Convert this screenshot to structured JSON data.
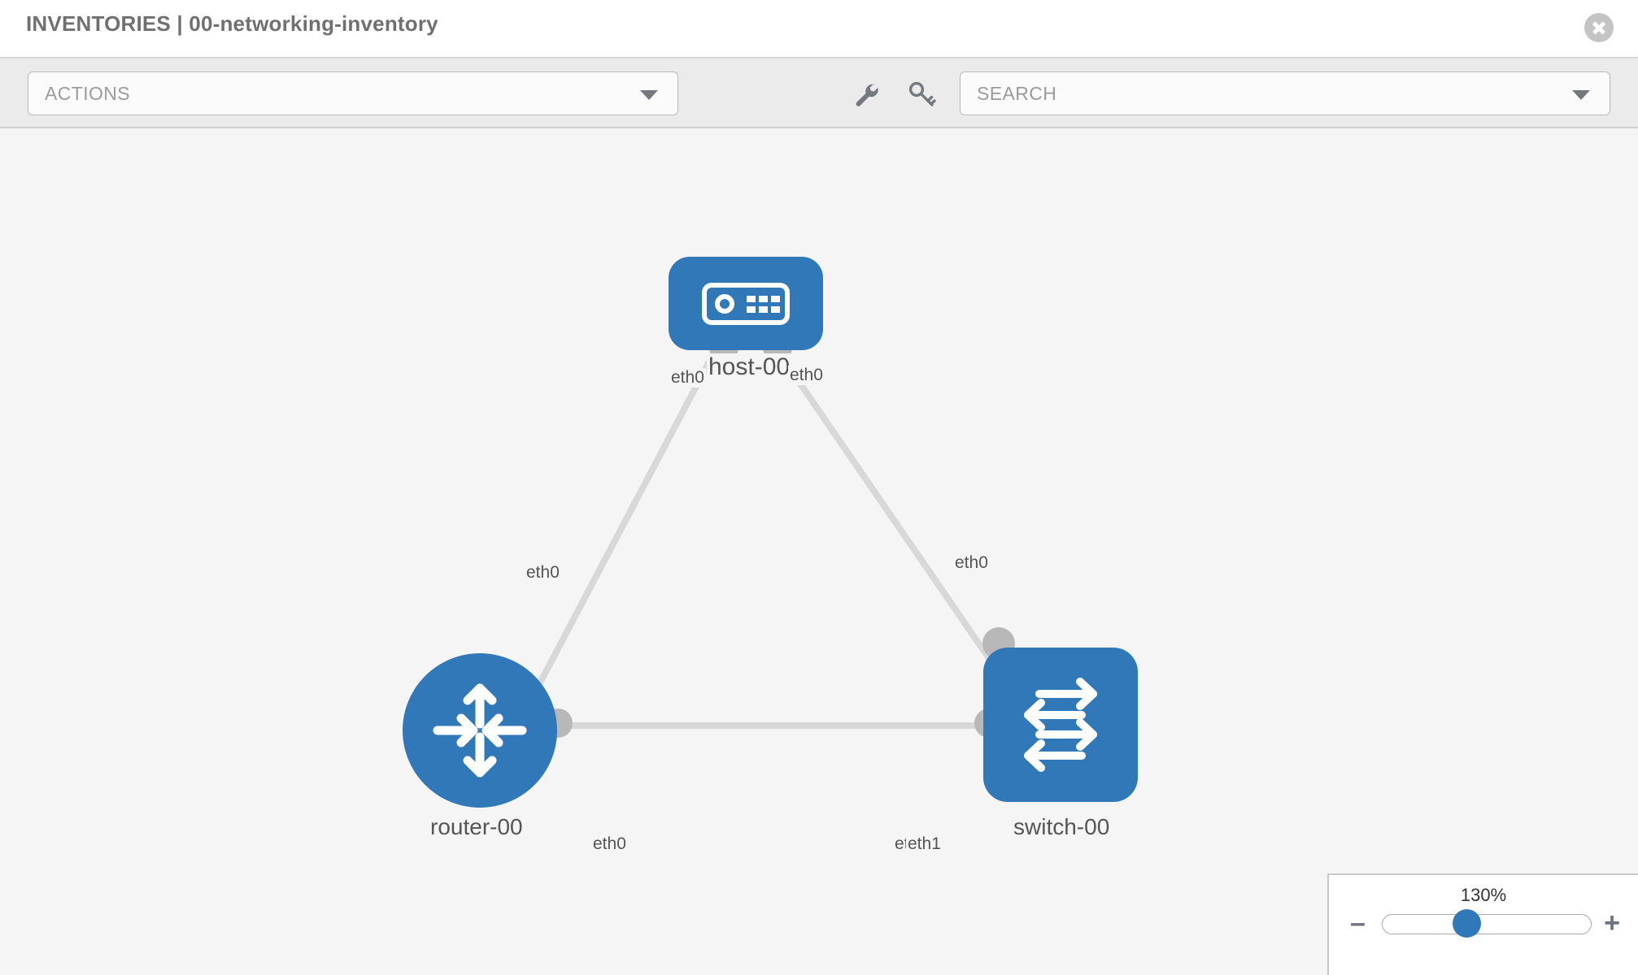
{
  "header": {
    "title": "INVENTORIES | 00-networking-inventory",
    "close_icon": "close-icon"
  },
  "toolbar": {
    "actions": {
      "label": "ACTIONS",
      "caret_icon": "chevron-down-icon"
    },
    "icons": [
      {
        "name": "wrench-icon",
        "title": "Edit Topology"
      },
      {
        "name": "key-icon",
        "title": "Credentials"
      }
    ],
    "search": {
      "placeholder": "SEARCH",
      "value": "",
      "caret_icon": "chevron-down-icon"
    }
  },
  "topology": {
    "nodes": [
      {
        "id": "host-00",
        "label": "host-00",
        "type": "host",
        "icon": "server-icon",
        "color": "#3178b8"
      },
      {
        "id": "router-00",
        "label": "router-00",
        "type": "router",
        "icon": "router-arrows-icon",
        "color": "#3178b8"
      },
      {
        "id": "switch-00",
        "label": "switch-00",
        "type": "switch",
        "icon": "switch-arrows-icon",
        "color": "#3178b8"
      }
    ],
    "links": [
      {
        "from": "host-00",
        "from_iface": "eth0",
        "to": "router-00",
        "to_iface": "eth0"
      },
      {
        "from": "host-00",
        "from_iface": "eth0",
        "to": "switch-00",
        "to_iface": "eth0"
      },
      {
        "from": "router-00",
        "from_iface": "eth0",
        "to": "switch-00",
        "to_iface": "eth1"
      }
    ],
    "interface_labels": {
      "host_left": "eth0",
      "host_right": "eth0",
      "router_up": "eth0",
      "switch_up": "eth0",
      "router_right": "eth0",
      "switch_left_hidden": "eth0",
      "switch_left": "eth1"
    },
    "link_color": "#d8d8d8",
    "nub_color": "#b8b8b8"
  },
  "zoom": {
    "value": "130%",
    "minus_label": "–",
    "plus_label": "+",
    "thumb_position_percent": 66
  }
}
